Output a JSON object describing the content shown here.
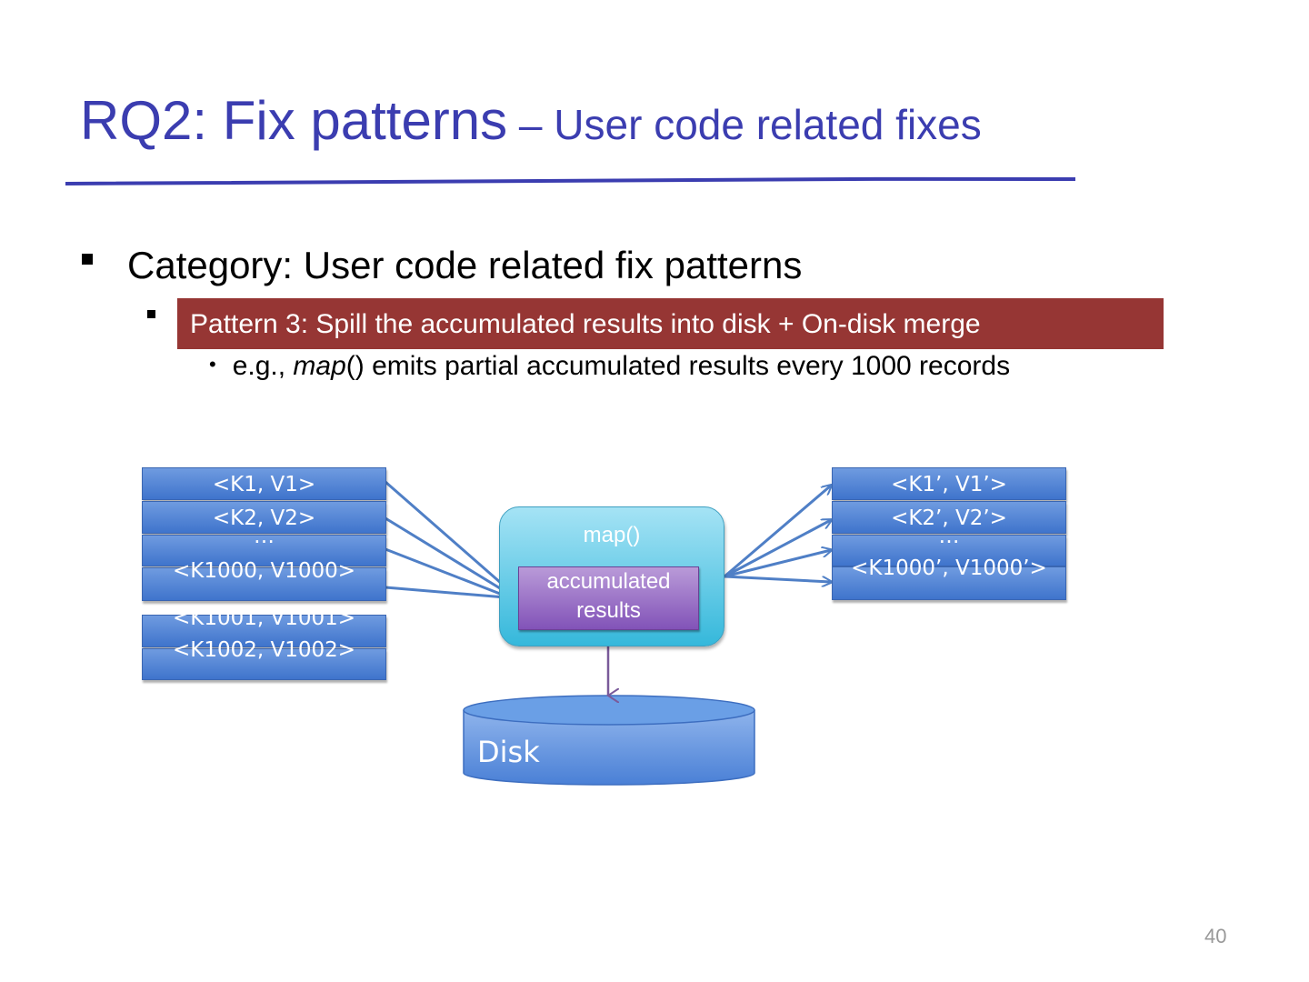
{
  "slide": {
    "title_main": "RQ2: Fix patterns",
    "title_sub": " – User code related fixes",
    "bullet1": "Category: User code related fix patterns",
    "pattern_label": "Pattern 3: Spill the accumulated results into disk + On-disk merge",
    "example_prefix": "e.g., ",
    "example_italic": "map",
    "example_rest": "() emits partial accumulated results every 1000 records",
    "page_number": "40"
  },
  "diagram": {
    "inputs": [
      "<K1, V1>",
      "<K2, V2>",
      "…",
      "<K1000, V1000>"
    ],
    "inputs_next": [
      "<K1001, V1001>",
      "<K1002, V1002>"
    ],
    "map_label": "map()",
    "accumulated_label": "accumulated results",
    "outputs": [
      "<K1’, V1’>",
      "<K2’, V2’>",
      "…",
      "<K1000’, V1000’>"
    ],
    "disk_label": "Disk"
  },
  "colors": {
    "title": "#3b3db0",
    "pattern_box": "#963634",
    "kv_box": "#4f80d4",
    "map_box": "#35b8db",
    "accumulated_box": "#8253b8",
    "disk": "#5b8fe0"
  }
}
